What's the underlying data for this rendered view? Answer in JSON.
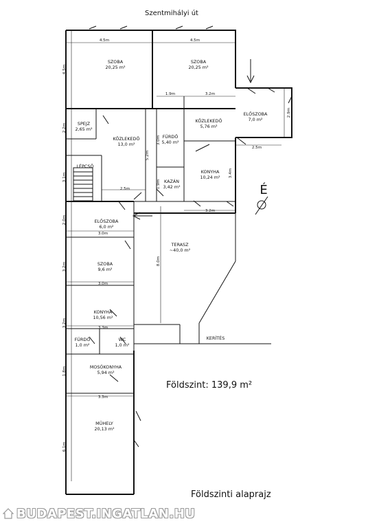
{
  "street_name": "Szentmihályi út",
  "floor_area_label": "Földszint: 139,9 m²",
  "plan_title": "Földszinti alaprajz",
  "north_label": "É",
  "fence_label": "KERÍTÉS",
  "watermark": "BUDAPEST.INGATLAN.HU",
  "rooms": [
    {
      "name": "SZOBA",
      "area": "20,25 m²"
    },
    {
      "name": "SZOBA",
      "area": "20,25 m²"
    },
    {
      "name": "ELŐSZOBA",
      "area": "7,0 m²"
    },
    {
      "name": "SPEJZ",
      "area": "2,65 m²"
    },
    {
      "name": "KÖZLEKEDŐ",
      "area": "13,0 m²"
    },
    {
      "name": "FÜRDŐ",
      "area": "5,40 m²"
    },
    {
      "name": "KÖZLEKEDŐ",
      "area": "5,76 m²"
    },
    {
      "name": "KONYHA",
      "area": "10,24 m²"
    },
    {
      "name": "KAZÁN",
      "area": "3,42 m²"
    },
    {
      "name": "LÉPCSŐ",
      "area": ""
    },
    {
      "name": "ELŐSZOBA",
      "area": "6,0 m²"
    },
    {
      "name": "TERASZ",
      "area": "~40,0 m²"
    },
    {
      "name": "SZOBA",
      "area": "9,6 m²"
    },
    {
      "name": "KONYHA",
      "area": "10,56 m²"
    },
    {
      "name": "FÜRDŐ",
      "area": "1,0 m²"
    },
    {
      "name": "WC",
      "area": "1,0 m²"
    },
    {
      "name": "MOSÓKONYHA",
      "area": "5,94 m²"
    },
    {
      "name": "MŰHELY",
      "area": "20,13 m²"
    }
  ],
  "dimensions": [
    "4.5m",
    "4.5m",
    "4.5m",
    "1.9m",
    "3.2m",
    "2.9m",
    "2.5m",
    "2.2m",
    "3.1m",
    "2.5m",
    "5.2m",
    "3.0m",
    "1.9m",
    "3.4m",
    "3.2m",
    "2.0m",
    "3.0m",
    "3.2m",
    "3.0m",
    "8.0m",
    "3.2m",
    "3.3m",
    "1.8m",
    "3.3m",
    "6.1m"
  ]
}
